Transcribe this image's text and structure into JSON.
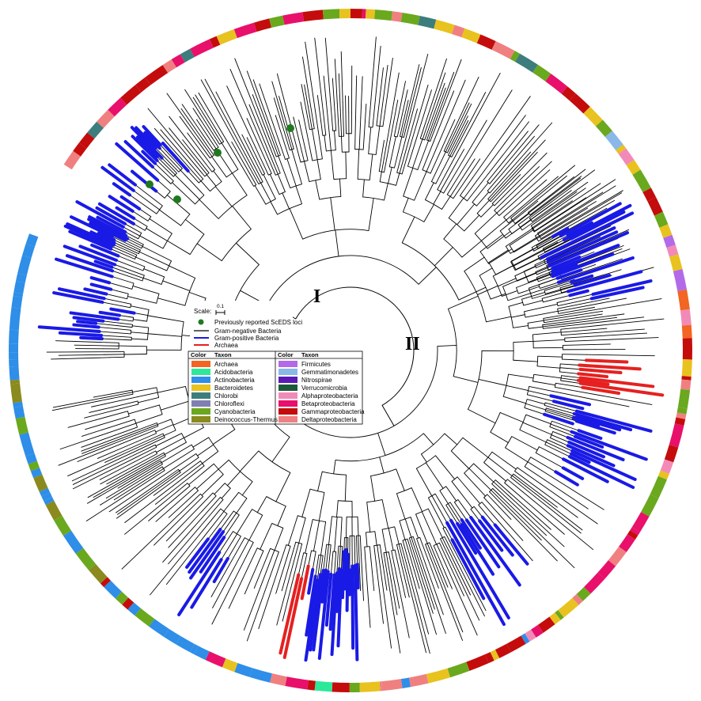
{
  "figure": {
    "clade_labels": [
      "I",
      "II"
    ]
  },
  "legend": {
    "scale_label": "Scale:",
    "scale_value": "0.1",
    "symbols": [
      {
        "label": "Previously reported ScEDS loci",
        "color": "#1f7a1f",
        "kind": "dot"
      },
      {
        "label": "Gram-negative Bacteria",
        "color": "#000000",
        "kind": "line"
      },
      {
        "label": "Gram-positive Bacteria",
        "color": "#1a1ae6",
        "kind": "line"
      },
      {
        "label": "Archaea",
        "color": "#e62020",
        "kind": "line"
      }
    ],
    "table_headers": {
      "color": "Color",
      "taxon": "Taxon"
    },
    "taxa_left": [
      {
        "name": "Archaea",
        "color": "#f26522"
      },
      {
        "name": "Acidobacteria",
        "color": "#2ee89a"
      },
      {
        "name": "Actinobacteria",
        "color": "#2e8ee8"
      },
      {
        "name": "Bacteroidetes",
        "color": "#e8c21e"
      },
      {
        "name": "Chlorobi",
        "color": "#3d7d7d"
      },
      {
        "name": "Chloroflexi",
        "color": "#8080b0"
      },
      {
        "name": "Cyanobacteria",
        "color": "#6aa81e"
      },
      {
        "name": "Deinococcus-Thermus",
        "color": "#8a8a1e"
      }
    ],
    "taxa_right": [
      {
        "name": "Firmicutes",
        "color": "#b26ae8"
      },
      {
        "name": "Gemmatimonadetes",
        "color": "#8ab8e8"
      },
      {
        "name": "Nitrospirae",
        "color": "#5a1ab8"
      },
      {
        "name": "Verrucomicrobia",
        "color": "#1e5a3a"
      },
      {
        "name": "Alphaproteobacteria",
        "color": "#f28ab8"
      },
      {
        "name": "Betaproteobacteria",
        "color": "#e8106a"
      },
      {
        "name": "Gammaproteobacteria",
        "color": "#c40c0c"
      },
      {
        "name": "Deltaproteobacteria",
        "color": "#f08080"
      }
    ]
  }
}
